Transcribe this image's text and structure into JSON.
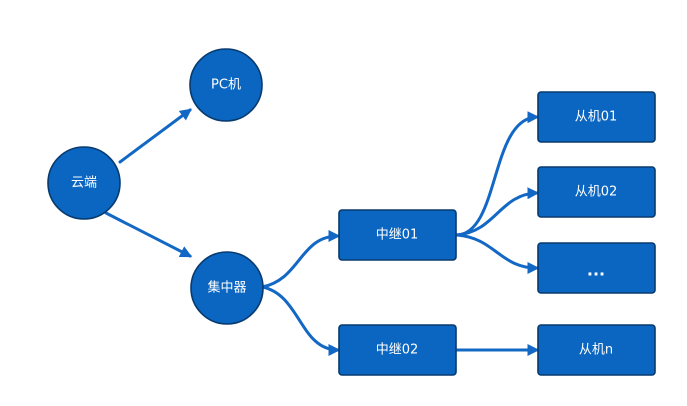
{
  "diagram": {
    "colors": {
      "node_fill": "#0a66c0",
      "node_border": "#083a6e",
      "edge": "#1268c4",
      "label": "#ffffff"
    },
    "nodes": {
      "cloud": "云端",
      "pc": "PC机",
      "hub": "集中器",
      "relay01": "中继01",
      "relay02": "中继02",
      "slave01": "从机01",
      "slave02": "从机02",
      "ellipsis": "...",
      "slaven": "从机n"
    }
  }
}
